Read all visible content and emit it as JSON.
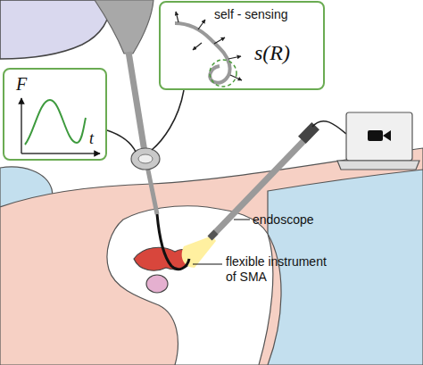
{
  "diagram": {
    "nodes": [
      {
        "text": [
          "self - sensing",
          "s(R)"
        ]
      },
      {
        "text": [
          "F",
          "t"
        ]
      }
    ],
    "labels": [
      "endoscope",
      "flexible instrument of SMA"
    ]
  }
}
